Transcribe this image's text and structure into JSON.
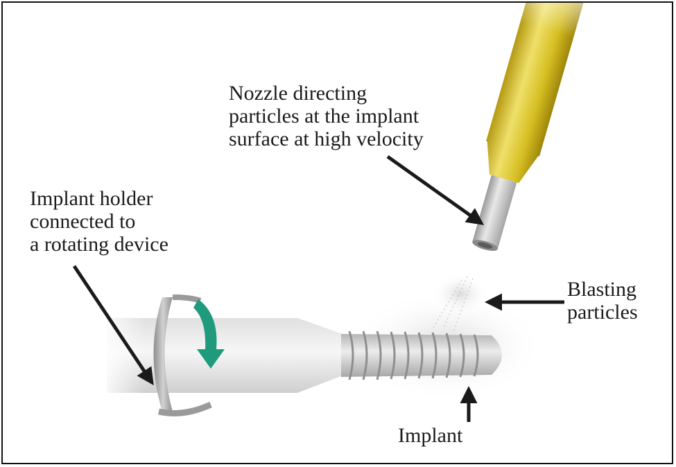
{
  "labels": {
    "nozzle": [
      "Nozzle directing",
      "particles at the implant",
      "surface at high velocity"
    ],
    "holder": [
      "Implant holder",
      "connected to",
      "a rotating device"
    ],
    "particles": [
      "Blasting",
      "particles"
    ],
    "implant": "Implant"
  },
  "colors": {
    "border": "#111111",
    "arrow": "#1a1a1a",
    "rotation_arrow": "#1f9a7d",
    "nozzle_gold": "#d9c21f",
    "metal": "#c9c9c9"
  }
}
